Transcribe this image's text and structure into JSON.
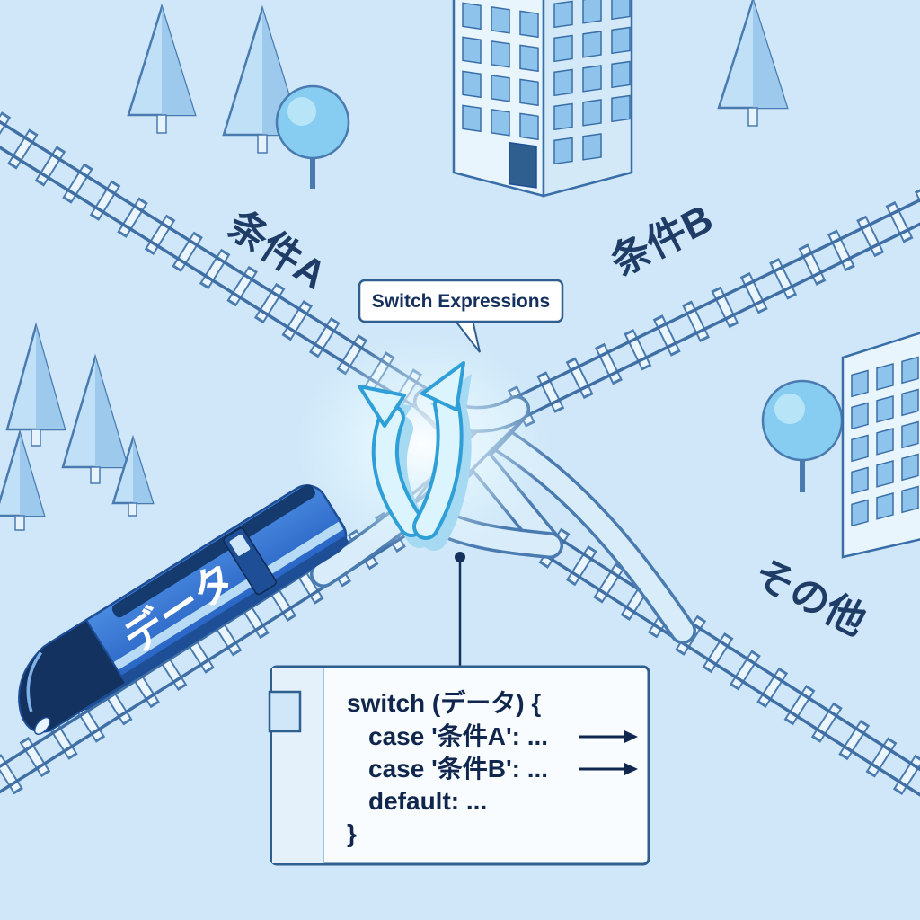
{
  "meta": {
    "description": "Isometric illustration of a railway junction used as a metaphor for switch expressions: a data train chooses between condition tracks"
  },
  "labels": {
    "switch_expressions": "Switch Expressions",
    "condition_a": "条件A",
    "condition_b": "条件B",
    "other": "その他",
    "train": "データ"
  },
  "code_panel": {
    "lines": [
      "switch (データ) {",
      "case '条件A': ...",
      "case '条件B': ...",
      "default: ...",
      "}"
    ],
    "arrow_icon": "long-right-arrow"
  },
  "colors": {
    "background": "#cfe7f8",
    "outline": "#3a6ea8",
    "rail": "#3f6fa5",
    "tie": "#eaf5fd",
    "train_blue": "#2e6fd2",
    "train_dark_navy": "#14325f",
    "arrow_fill": "#dcf4fe",
    "arrow_stroke": "#2f9fd8",
    "text_navy": "#10264d",
    "panel_background": "#f8fcff"
  }
}
